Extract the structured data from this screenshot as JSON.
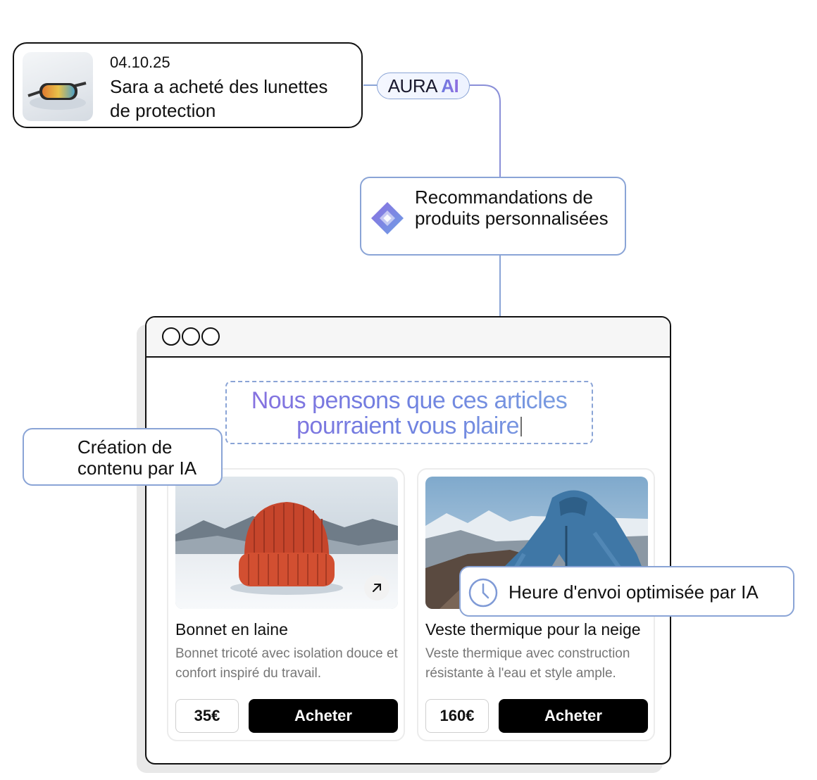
{
  "event": {
    "date": "04.10.25",
    "text": "Sara a acheté des lunettes de protection",
    "thumbnail_icon": "ski-goggles-image"
  },
  "aura": {
    "brand": "AURA",
    "ai": "AI"
  },
  "recommendation": {
    "label": "Recommandations de produits personnalisées",
    "icon": "diamond-icon"
  },
  "browser": {
    "window_dots": 3,
    "headline": "Nous pensons que ces articles pourraient vous plaire"
  },
  "products": [
    {
      "title": "Bonnet en laine",
      "description": "Bonnet tricoté avec isolation douce et confort inspiré du travail.",
      "price": "35€",
      "buy_label": "Acheter",
      "image": "red-beanie-image"
    },
    {
      "title": "Veste thermique pour la neige",
      "description": "Veste thermique avec construction résistante à l'eau et style ample.",
      "price": "160€",
      "buy_label": "Acheter",
      "image": "blue-jacket-image"
    }
  ],
  "content_creation": {
    "label": "Création de contenu par IA",
    "icon": "text-lines-icon"
  },
  "send_time": {
    "label": "Heure d'envoi optimisée par IA",
    "icon": "clock-icon"
  },
  "colors": {
    "accent_border": "#8aa4d6",
    "gradient_start": "#8a6fe0",
    "gradient_end": "#7aa0e0",
    "button": "#000000"
  }
}
